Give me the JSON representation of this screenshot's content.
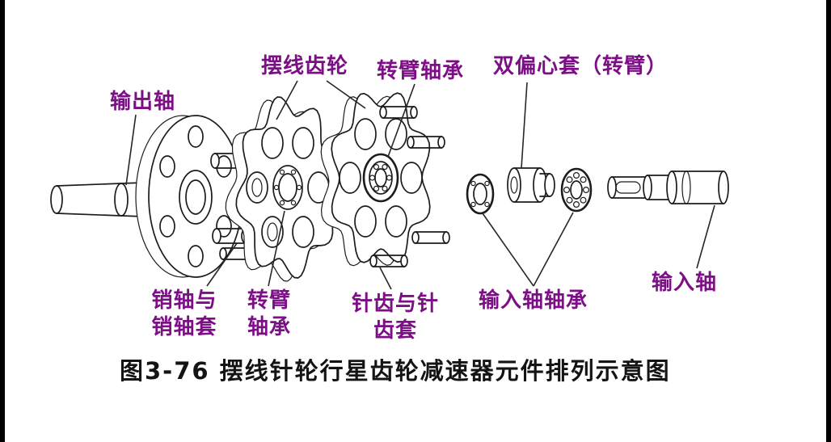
{
  "figure": {
    "caption": "图3-76 摆线针轮行星齿轮减速器元件排列示意图",
    "labels": {
      "output_shaft": "输出轴",
      "cycloid_gear": "摆线齿轮",
      "crank_arm_bearing": "转臂轴承",
      "double_eccentric_sleeve": "双偏心套（转臂）",
      "pin_shaft_and_sleeve": "销轴与\n销轴套",
      "crank_arm_bearing_bottom": "转臂\n轴承",
      "pin_teeth_and_sleeve": "针齿与针\n齿套",
      "input_shaft_bearing": "输入轴轴承",
      "input_shaft": "输入轴"
    },
    "colors": {
      "label": "#7c0e86",
      "line_art": "#1c1c1c",
      "background": "#ffffff",
      "border": "#000000"
    }
  }
}
